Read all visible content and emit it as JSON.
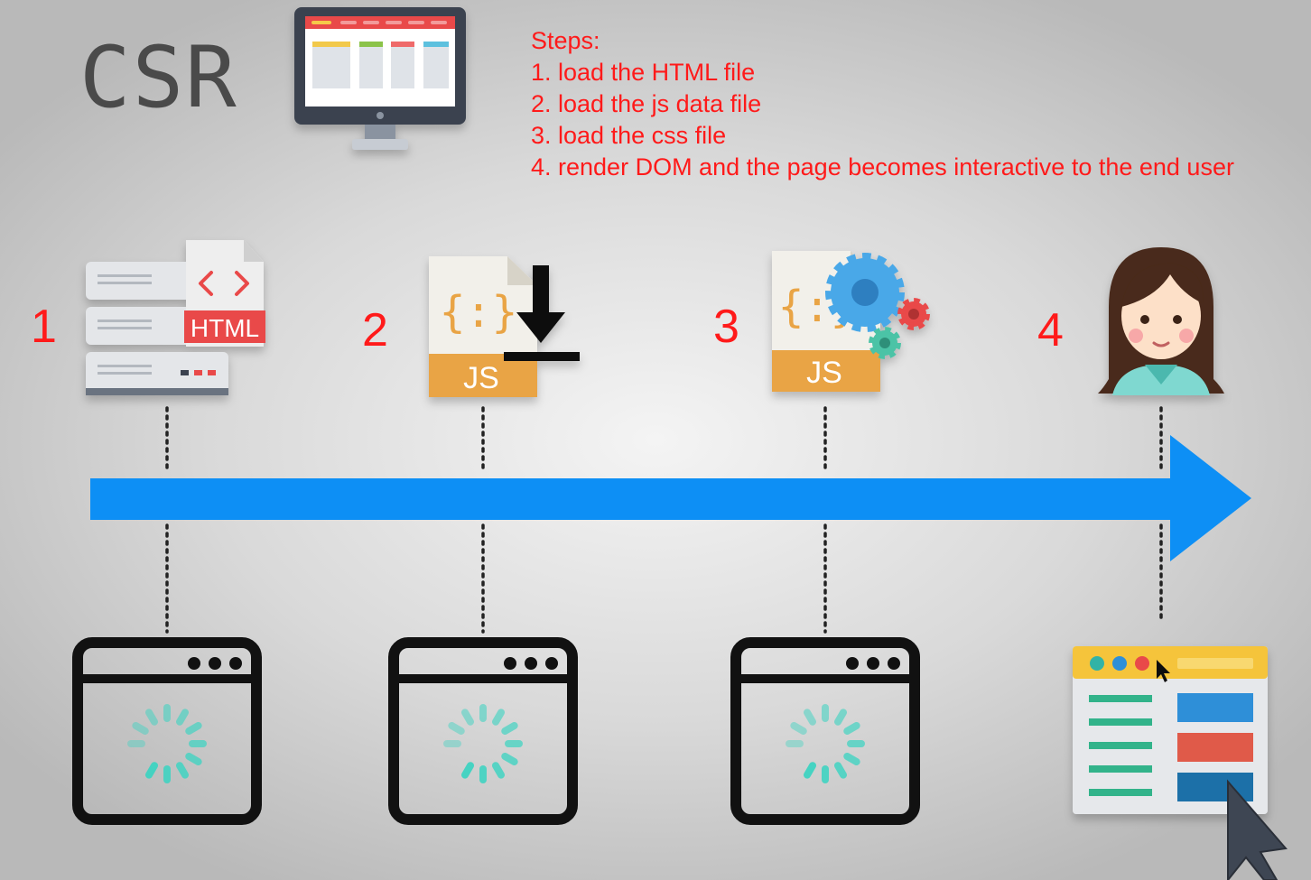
{
  "title": "CSR",
  "steps": {
    "heading": "Steps:",
    "items": [
      "1. load the HTML file",
      "2. load the js data file",
      "3. load the css file",
      "4. render DOM and the page becomes interactive to the end user"
    ]
  },
  "stages": [
    {
      "number": "1",
      "icon": "server-html-icon",
      "file_label": "HTML"
    },
    {
      "number": "2",
      "icon": "js-download-icon",
      "file_label": "JS"
    },
    {
      "number": "3",
      "icon": "js-gears-icon",
      "file_label": "JS"
    },
    {
      "number": "4",
      "icon": "user-avatar-icon"
    }
  ],
  "colors": {
    "arrow": "#0d8ff5",
    "step_text": "#ff1a1a",
    "spinner": "#3fd4c2",
    "file_tab": "#e9a445"
  }
}
